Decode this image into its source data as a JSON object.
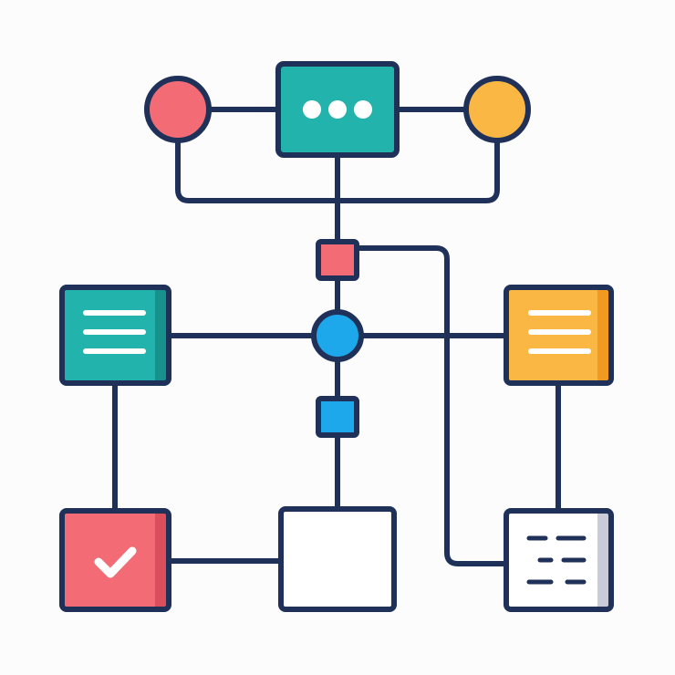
{
  "diagram": {
    "colors": {
      "background": "#fdfcfd",
      "outline": "#1f3158",
      "teal": "#22b3ad",
      "teal_shade": "#16918c",
      "red": "#f26b75",
      "red_shade": "#d94f5c",
      "amber": "#fbb744",
      "amber_shade": "#f29a1f",
      "blue": "#1ea8ec",
      "white": "#ffffff",
      "doc_shade": "#c9ccd8"
    },
    "nodes": [
      {
        "id": "top-left-circle",
        "shape": "circle",
        "fill": "red"
      },
      {
        "id": "top-message-box",
        "shape": "box",
        "fill": "teal",
        "icon": "ellipsis-icon"
      },
      {
        "id": "top-right-circle",
        "shape": "circle",
        "fill": "amber"
      },
      {
        "id": "upper-junction-square",
        "shape": "small-square",
        "fill": "red"
      },
      {
        "id": "central-hub-circle",
        "shape": "circle",
        "fill": "blue"
      },
      {
        "id": "lower-junction-square",
        "shape": "small-square",
        "fill": "blue"
      },
      {
        "id": "left-list-box",
        "shape": "box",
        "fill": "teal",
        "icon": "list-lines-icon"
      },
      {
        "id": "right-list-box",
        "shape": "box",
        "fill": "amber",
        "icon": "list-lines-icon"
      },
      {
        "id": "checkmark-box",
        "shape": "box",
        "fill": "red",
        "icon": "checkmark-icon"
      },
      {
        "id": "empty-box",
        "shape": "box",
        "fill": "white"
      },
      {
        "id": "document-box",
        "shape": "box",
        "fill": "white",
        "icon": "text-lines-icon"
      }
    ],
    "connections": [
      {
        "from": "top-left-circle",
        "to": "top-message-box"
      },
      {
        "from": "top-message-box",
        "to": "top-right-circle"
      },
      {
        "from": "top-left-circle",
        "to": "top-right-circle"
      },
      {
        "from": "top-message-box",
        "to": "upper-junction-square"
      },
      {
        "from": "upper-junction-square",
        "to": "central-hub-circle"
      },
      {
        "from": "upper-junction-square",
        "to": "document-box"
      },
      {
        "from": "left-list-box",
        "to": "central-hub-circle"
      },
      {
        "from": "central-hub-circle",
        "to": "right-list-box"
      },
      {
        "from": "central-hub-circle",
        "to": "lower-junction-square"
      },
      {
        "from": "lower-junction-square",
        "to": "empty-box"
      },
      {
        "from": "left-list-box",
        "to": "checkmark-box"
      },
      {
        "from": "checkmark-box",
        "to": "empty-box"
      },
      {
        "from": "right-list-box",
        "to": "document-box"
      }
    ]
  }
}
